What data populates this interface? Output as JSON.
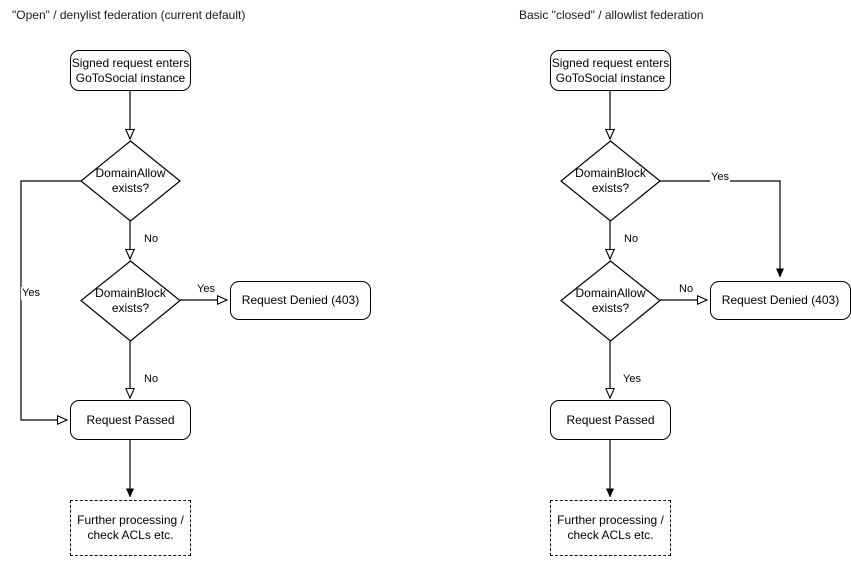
{
  "diagram": {
    "type": "flowchart",
    "background": "#ffffff",
    "stroke_color": "#000000",
    "text_color": "#000000",
    "columns": [
      {
        "id": "open-denylist",
        "title": "\"Open\" / denylist federation (current default)",
        "nodes": [
          {
            "id": "entry",
            "shape": "rounded-rect",
            "label": "Signed request enters\nGoToSocial instance",
            "line1": "Signed request enters",
            "line2": "GoToSocial instance"
          },
          {
            "id": "d1",
            "shape": "diamond",
            "line1": "DomainAllow",
            "line2": "exists?"
          },
          {
            "id": "d2",
            "shape": "diamond",
            "line1": "DomainBlock",
            "line2": "exists?"
          },
          {
            "id": "denied",
            "shape": "rounded-rect",
            "label": "Request Denied (403)"
          },
          {
            "id": "passed",
            "shape": "rounded-rect",
            "label": "Request Passed"
          },
          {
            "id": "further",
            "shape": "dashed-rect",
            "line1": "Further processing /",
            "line2": "check ACLs etc."
          }
        ],
        "edges": [
          {
            "from": "entry",
            "to": "d1",
            "label": ""
          },
          {
            "from": "d1",
            "to": "passed",
            "label": "Yes"
          },
          {
            "from": "d1",
            "to": "d2",
            "label": "No"
          },
          {
            "from": "d2",
            "to": "denied",
            "label": "Yes"
          },
          {
            "from": "d2",
            "to": "passed",
            "label": "No"
          },
          {
            "from": "passed",
            "to": "further",
            "label": ""
          }
        ]
      },
      {
        "id": "closed-allowlist",
        "title": "Basic \"closed\" / allowlist federation",
        "nodes": [
          {
            "id": "entry",
            "shape": "rounded-rect",
            "label": "Signed request enters\nGoToSocial instance",
            "line1": "Signed request enters",
            "line2": "GoToSocial instance"
          },
          {
            "id": "d1",
            "shape": "diamond",
            "line1": "DomainBlock",
            "line2": "exists?"
          },
          {
            "id": "d2",
            "shape": "diamond",
            "line1": "DomainAllow",
            "line2": "exists?"
          },
          {
            "id": "denied",
            "shape": "rounded-rect",
            "label": "Request Denied (403)"
          },
          {
            "id": "passed",
            "shape": "rounded-rect",
            "label": "Request Passed"
          },
          {
            "id": "further",
            "shape": "dashed-rect",
            "line1": "Further processing /",
            "line2": "check ACLs etc."
          }
        ],
        "edges": [
          {
            "from": "entry",
            "to": "d1",
            "label": ""
          },
          {
            "from": "d1",
            "to": "denied",
            "label": "Yes"
          },
          {
            "from": "d1",
            "to": "d2",
            "label": "No"
          },
          {
            "from": "d2",
            "to": "denied",
            "label": "No"
          },
          {
            "from": "d2",
            "to": "passed",
            "label": "Yes"
          },
          {
            "from": "passed",
            "to": "further",
            "label": ""
          }
        ]
      }
    ]
  },
  "left": {
    "title": "\"Open\" / denylist federation (current default)",
    "entry_l1": "Signed request enters",
    "entry_l2": "GoToSocial instance",
    "d1_l1": "DomainAllow",
    "d1_l2": "exists?",
    "d2_l1": "DomainBlock",
    "d2_l2": "exists?",
    "denied": "Request Denied (403)",
    "passed": "Request Passed",
    "further_l1": "Further processing /",
    "further_l2": "check ACLs etc.",
    "lbl_yes_allow": "Yes",
    "lbl_no_allow": "No",
    "lbl_yes_block": "Yes",
    "lbl_no_block": "No"
  },
  "right": {
    "title": "Basic \"closed\" / allowlist federation",
    "entry_l1": "Signed request enters",
    "entry_l2": "GoToSocial instance",
    "d1_l1": "DomainBlock",
    "d1_l2": "exists?",
    "d2_l1": "DomainAllow",
    "d2_l2": "exists?",
    "denied": "Request Denied (403)",
    "passed": "Request Passed",
    "further_l1": "Further processing /",
    "further_l2": "check ACLs etc.",
    "lbl_yes_block": "Yes",
    "lbl_no_block": "No",
    "lbl_no_allow": "No",
    "lbl_yes_allow": "Yes"
  }
}
